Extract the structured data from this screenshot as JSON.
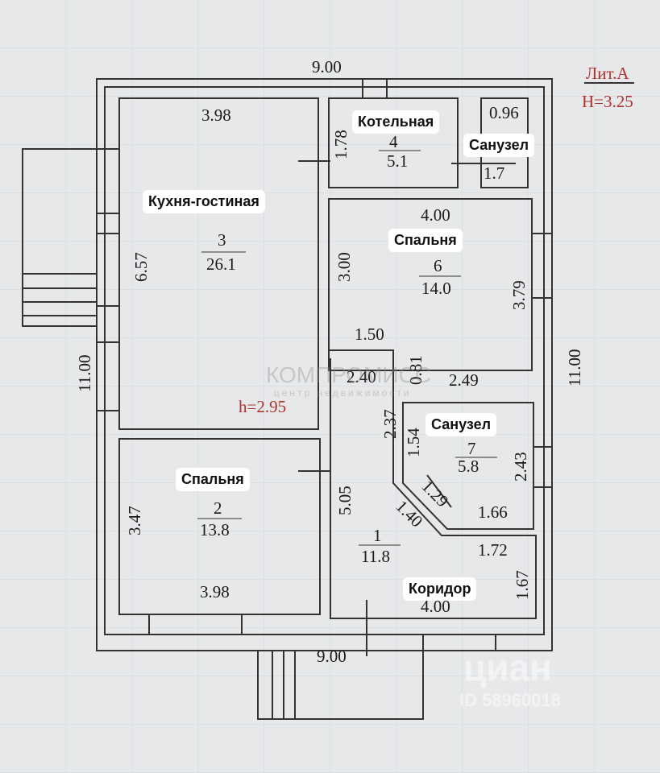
{
  "header": {
    "lit": "Лит.А",
    "height": "H=3.25"
  },
  "outer": {
    "top": "9.00",
    "bottom": "9.00",
    "left": "11.00",
    "right": "11.00"
  },
  "ceiling": "h=2.95",
  "rooms": {
    "kitchen": {
      "label": "Кухня-гостиная",
      "num": "3",
      "area": "26.1",
      "w": "3.98",
      "h": "6.57"
    },
    "boiler": {
      "label": "Котельная",
      "num": "4",
      "area": "5.1",
      "h": "1.78"
    },
    "wc_small": {
      "label": "Санузел",
      "w": "0.96",
      "area": "1.7"
    },
    "bedroom6": {
      "label": "Спальня",
      "num": "6",
      "area": "14.0",
      "w": "4.00",
      "h1": "3.00",
      "h2": "3.79",
      "d1": "1.50",
      "d2": "0.81",
      "d3": "2.40",
      "d4": "2.49"
    },
    "bedroom2": {
      "label": "Спальня",
      "num": "2",
      "area": "13.8",
      "h": "3.47",
      "w": "3.98"
    },
    "wc7": {
      "label": "Санузел",
      "num": "7",
      "area": "5.8",
      "d1": "1.54",
      "d2": "2.43",
      "d3": "1.29",
      "d4": "1.66"
    },
    "corridor": {
      "label": "Коридор",
      "num": "1",
      "area": "11.8",
      "d1": "2.37",
      "d2": "5.05",
      "d3": "1.40",
      "d4": "1.72",
      "d5": "1.67",
      "d6": "4.00"
    }
  },
  "watermarks": {
    "agency": "КОМПРОМИСС",
    "agency_sub": "центр недвижимости",
    "site": "циан",
    "id": "ID 58960018"
  }
}
